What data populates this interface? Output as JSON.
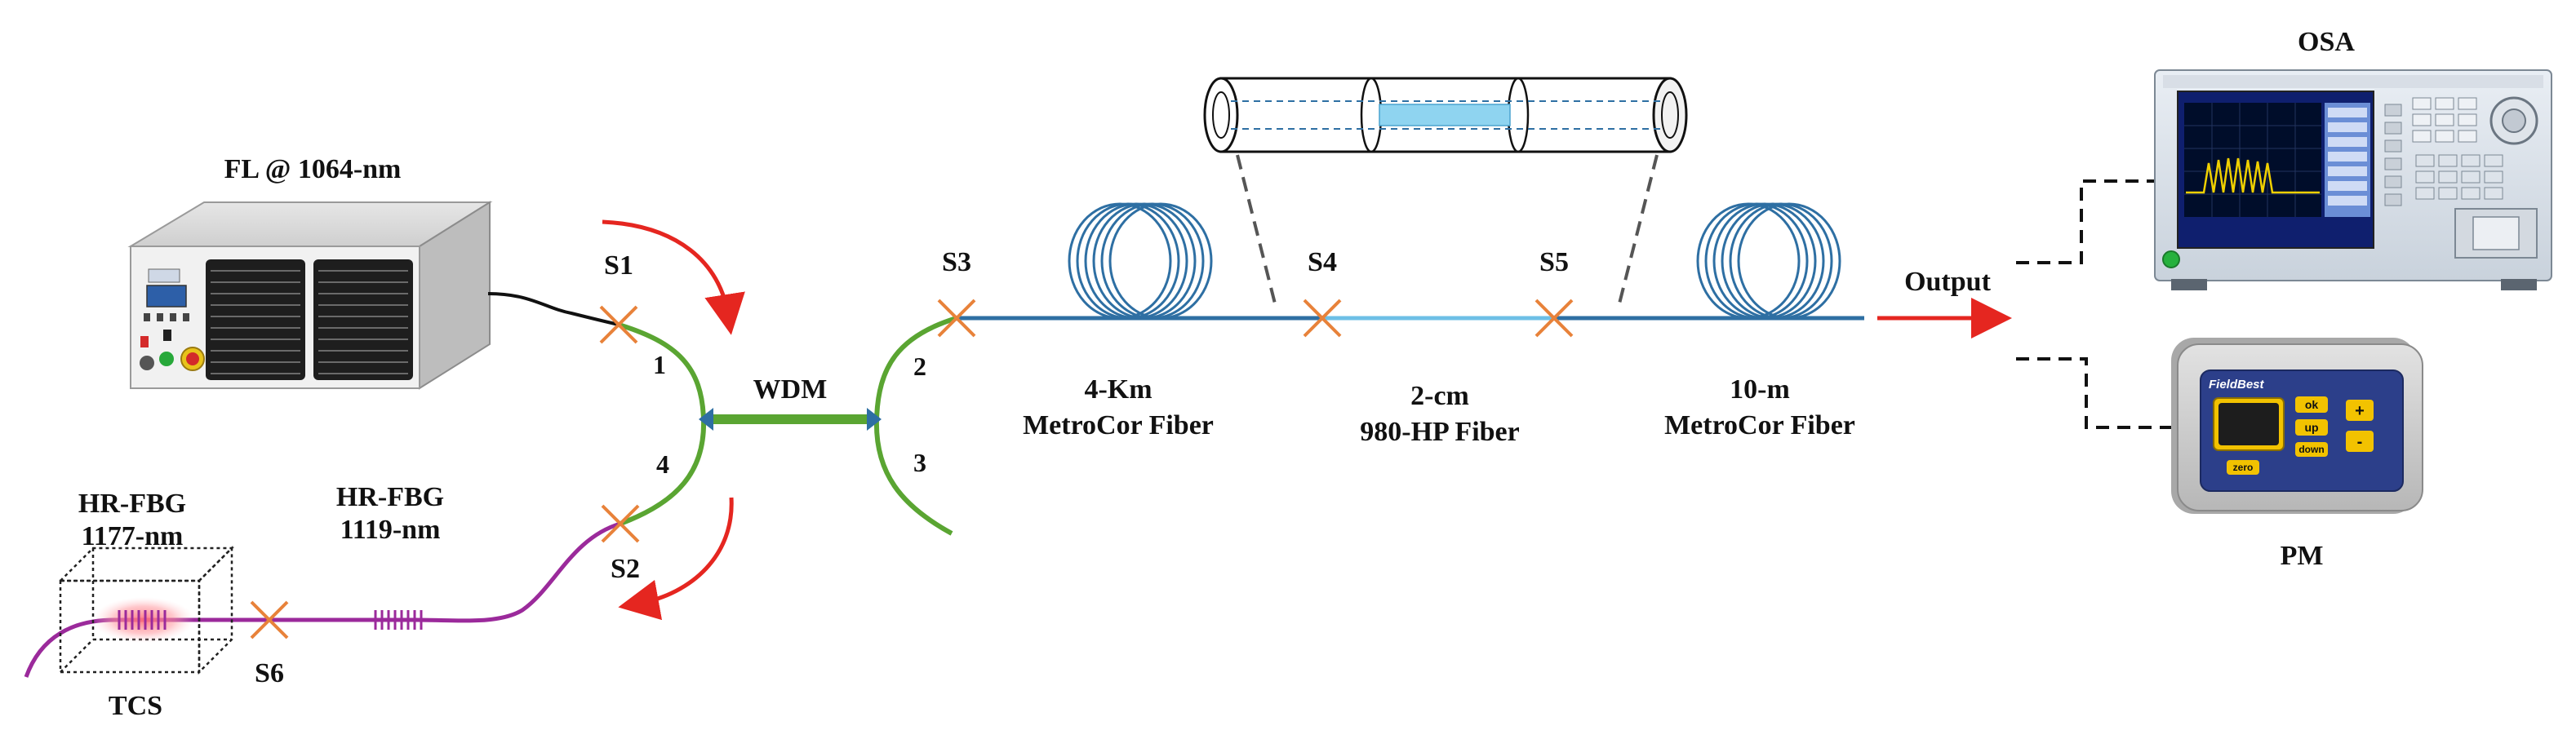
{
  "labels": {
    "laser_title": "FL @ 1064-nm",
    "wdm": "WDM",
    "port1": "1",
    "port2": "2",
    "port3": "3",
    "port4": "4",
    "s1": "S1",
    "s2": "S2",
    "s3": "S3",
    "s4": "S4",
    "s5": "S5",
    "s6": "S6",
    "fiber1_line1": "4-Km",
    "fiber1_line2": "MetroCor Fiber",
    "fiber2_line1": "2-cm",
    "fiber2_line2": "980-HP Fiber",
    "fiber3_line1": "10-m",
    "fiber3_line2": "MetroCor Fiber",
    "output": "Output",
    "osa": "OSA",
    "pm": "PM",
    "fbg1_line1": "HR-FBG",
    "fbg1_line2": "1177-nm",
    "fbg2_line1": "HR-FBG",
    "fbg2_line2": "1119-nm",
    "tcs": "TCS",
    "pm_brand": "FieldBest",
    "pm_btn_ok": "ok",
    "pm_btn_up": "up",
    "pm_btn_down": "down",
    "pm_btn_zero": "zero",
    "pm_btn_plus": "+",
    "pm_btn_minus": "-"
  },
  "colors": {
    "coupler_arm": "#5aa532",
    "wdm_bar": "#5aa532",
    "fbg_fiber": "#9b2a9b",
    "main_fiber": "#2e6fa3",
    "splice_marker": "#e8823a",
    "arrow_red": "#e52620",
    "pm_accent": "#f2c200",
    "pm_panel": "#2c3f8a"
  }
}
